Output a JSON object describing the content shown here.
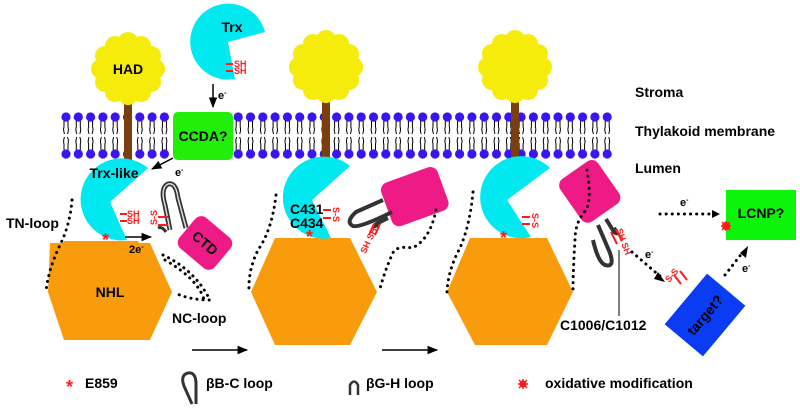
{
  "colors": {
    "trx": "#00e8f0",
    "had": "#f5ec0c",
    "stem": "#7a3e10",
    "lipid_head": "#3c14f0",
    "ccda": "#22ee0a",
    "nhl": "#f89c0e",
    "ctd": "#ee1a86",
    "target": "#0a3cf4",
    "lcnp": "#0cf40a",
    "redox": "#ff1a1a"
  },
  "regions": {
    "stroma": "Stroma",
    "membrane": "Thylakoid membrane",
    "lumen": "Lumen"
  },
  "stroma_proteins": {
    "trx": "Trx",
    "trx_thiols": [
      "SH",
      "SH"
    ],
    "had": "HAD",
    "ccda": "CCDA?"
  },
  "electron": "e",
  "electron_sup": "-",
  "two_electron": "2e",
  "panel1": {
    "trx_like": "Trx-like",
    "trx_like_thiols": [
      "SH",
      "SH"
    ],
    "ctd_disulfide": "S-S",
    "ctd": "CTD",
    "nhl": "NHL",
    "tn_loop": "TN-loop",
    "nc_loop": "NC-loop"
  },
  "panel2": {
    "cys_a": "C431",
    "cys_b": "C434",
    "trx_like_disulfide": "S-S",
    "ctd_thiols": "SH SH"
  },
  "panel3": {
    "trx_like_disulfide": "S-S",
    "ctd_thiols": "SH SH",
    "cys_label": "C1006/C1012",
    "lcnp": "LCNP?",
    "target": "target?",
    "target_disulfide": "S-S"
  },
  "legend": [
    {
      "symbol": "asterisk",
      "label": "E859"
    },
    {
      "symbol": "long-hairpin",
      "label": "βB-C loop"
    },
    {
      "symbol": "short-hairpin",
      "label": "βG-H loop"
    },
    {
      "symbol": "burst",
      "label": "oxidative modification"
    }
  ]
}
